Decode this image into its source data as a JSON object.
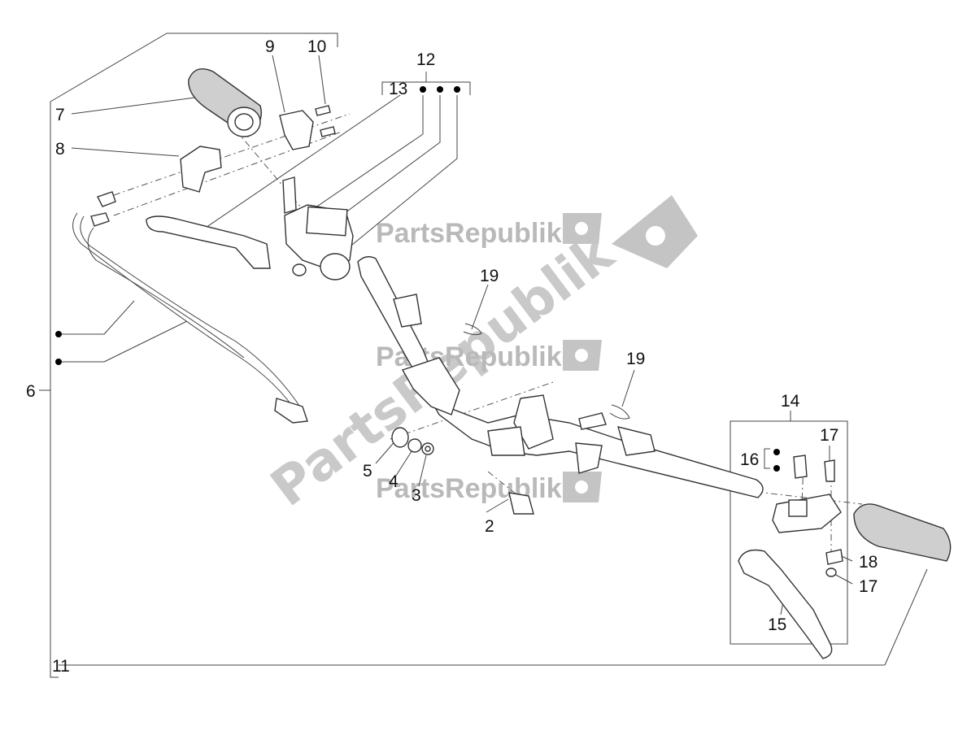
{
  "watermark": {
    "brand": "PartsRepublik",
    "color": "#c8c8c8"
  },
  "callouts": {
    "c2": "2",
    "c3": "3",
    "c4": "4",
    "c5": "5",
    "c6": "6",
    "c7": "7",
    "c8": "8",
    "c9": "9",
    "c10": "10",
    "c11": "11",
    "c12": "12",
    "c13": "13",
    "c14": "14",
    "c15": "15",
    "c16": "16",
    "c17a": "17",
    "c17b": "17",
    "c18": "18",
    "c19a": "19",
    "c19b": "19"
  },
  "icons": [
    "gear-icon",
    "bullet-dot-icon"
  ]
}
